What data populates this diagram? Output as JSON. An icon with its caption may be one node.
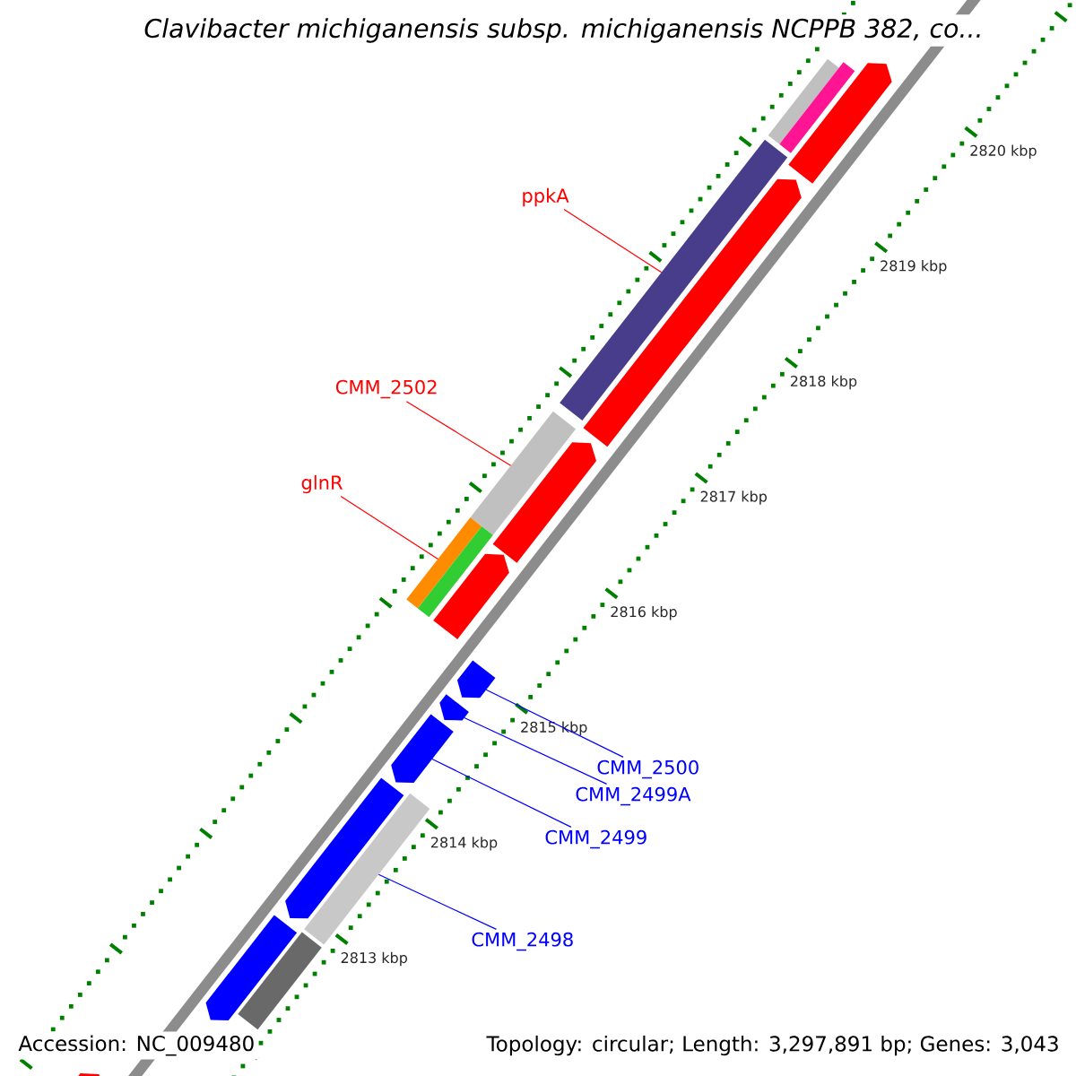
{
  "diagram": {
    "title": "Clavibacter michiganensis subsp. michiganensis NCPPB 382, co...",
    "nodes": [
      {
        "text": [
          "ppkA"
        ]
      },
      {
        "text": [
          "CMM_2502"
        ]
      },
      {
        "text": [
          "glnR"
        ]
      },
      {
        "text": [
          "CMM_2500"
        ]
      },
      {
        "text": [
          "CMM_2499A"
        ]
      },
      {
        "text": [
          "CMM_2499"
        ]
      },
      {
        "text": [
          "CMM_2498"
        ]
      },
      {
        "text": [],
        "shape": "bar"
      },
      {
        "text": [],
        "shape": "bar"
      },
      {
        "text": [],
        "shape": "arrow"
      },
      {
        "text": [],
        "shape": "bar"
      },
      {
        "text": [],
        "shape": "arrow"
      },
      {
        "text": [],
        "shape": "bar"
      },
      {
        "text": [],
        "shape": "arrow"
      },
      {
        "text": [],
        "shape": "bar"
      },
      {
        "text": [],
        "shape": "bar"
      },
      {
        "text": [],
        "shape": "arrow"
      },
      {
        "text": [],
        "shape": "arrow"
      },
      {
        "text": [],
        "shape": "arrow"
      },
      {
        "text": [],
        "shape": "arrow"
      },
      {
        "text": [],
        "shape": "arrow"
      },
      {
        "text": [],
        "shape": "bar"
      },
      {
        "text": [],
        "shape": "arrow"
      },
      {
        "text": [],
        "shape": "bar"
      },
      {
        "text": [],
        "shape": "arrow"
      }
    ],
    "edges": [
      {
        "from": 0,
        "to": 10,
        "arrow": "none",
        "color": "#ff0000"
      },
      {
        "from": 1,
        "to": 12,
        "arrow": "none",
        "color": "#ff0000"
      },
      {
        "from": 2,
        "to": 14,
        "arrow": "none",
        "color": "#ff0000"
      },
      {
        "from": 3,
        "to": 17,
        "arrow": "none",
        "color": "#0000ff"
      },
      {
        "from": 4,
        "to": 18,
        "arrow": "none",
        "color": "#0000ff"
      },
      {
        "from": 5,
        "to": 19,
        "arrow": "none",
        "color": "#0000ff"
      },
      {
        "from": 6,
        "to": 21,
        "arrow": "none",
        "color": "#0000ff"
      }
    ],
    "labels": [
      "2820 kbp",
      "2819 kbp",
      "2818 kbp",
      "2817 kbp",
      "2816 kbp",
      "2815 kbp",
      "2814 kbp",
      "2813 kbp",
      "Accession: NC_009480",
      "Topology: circular; Length: 3,297,891 bp; Genes: 3,043"
    ]
  }
}
